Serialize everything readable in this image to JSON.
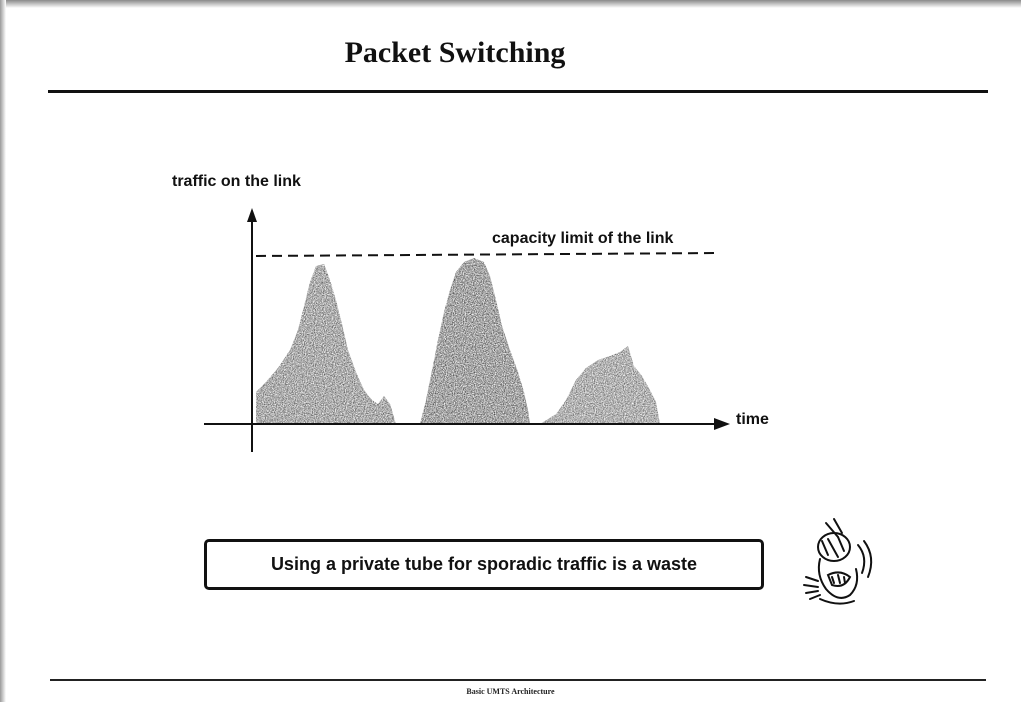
{
  "slide": {
    "title": "Packet Switching",
    "footer": "Basic UMTS Architecture"
  },
  "diagram": {
    "y_axis_label": "traffic on the link",
    "x_axis_label": "time",
    "capacity_label": "capacity limit of the link",
    "traffic_bursts": 3,
    "colors": {
      "ink": "#111111",
      "traffic_fill": "#4a4a4a"
    }
  },
  "callout": {
    "text": "Using a private tube for sporadic traffic is a waste"
  },
  "icons": {
    "face": "frustrated-face-icon"
  }
}
